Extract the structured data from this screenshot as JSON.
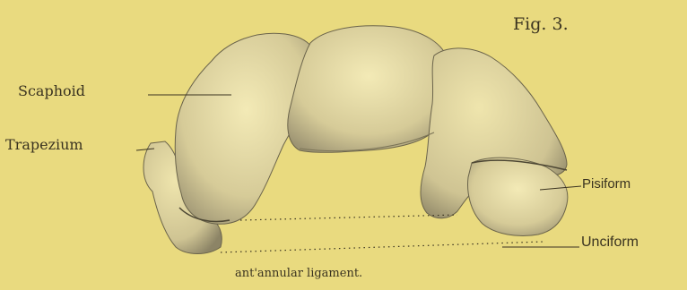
{
  "figure": {
    "number": "Fig. 3.",
    "labels": {
      "scaphoid": "Scaphoid",
      "trapezium": "Trapezium",
      "pisiform": "Pisiform",
      "unciform": "Unciform",
      "annular_ligament": "ant'annular ligament."
    }
  },
  "colors": {
    "paper": "#e9da7f",
    "bone_light": "#f1e7b0",
    "bone_shade": "#8f8667",
    "ink": "#3a3320"
  }
}
